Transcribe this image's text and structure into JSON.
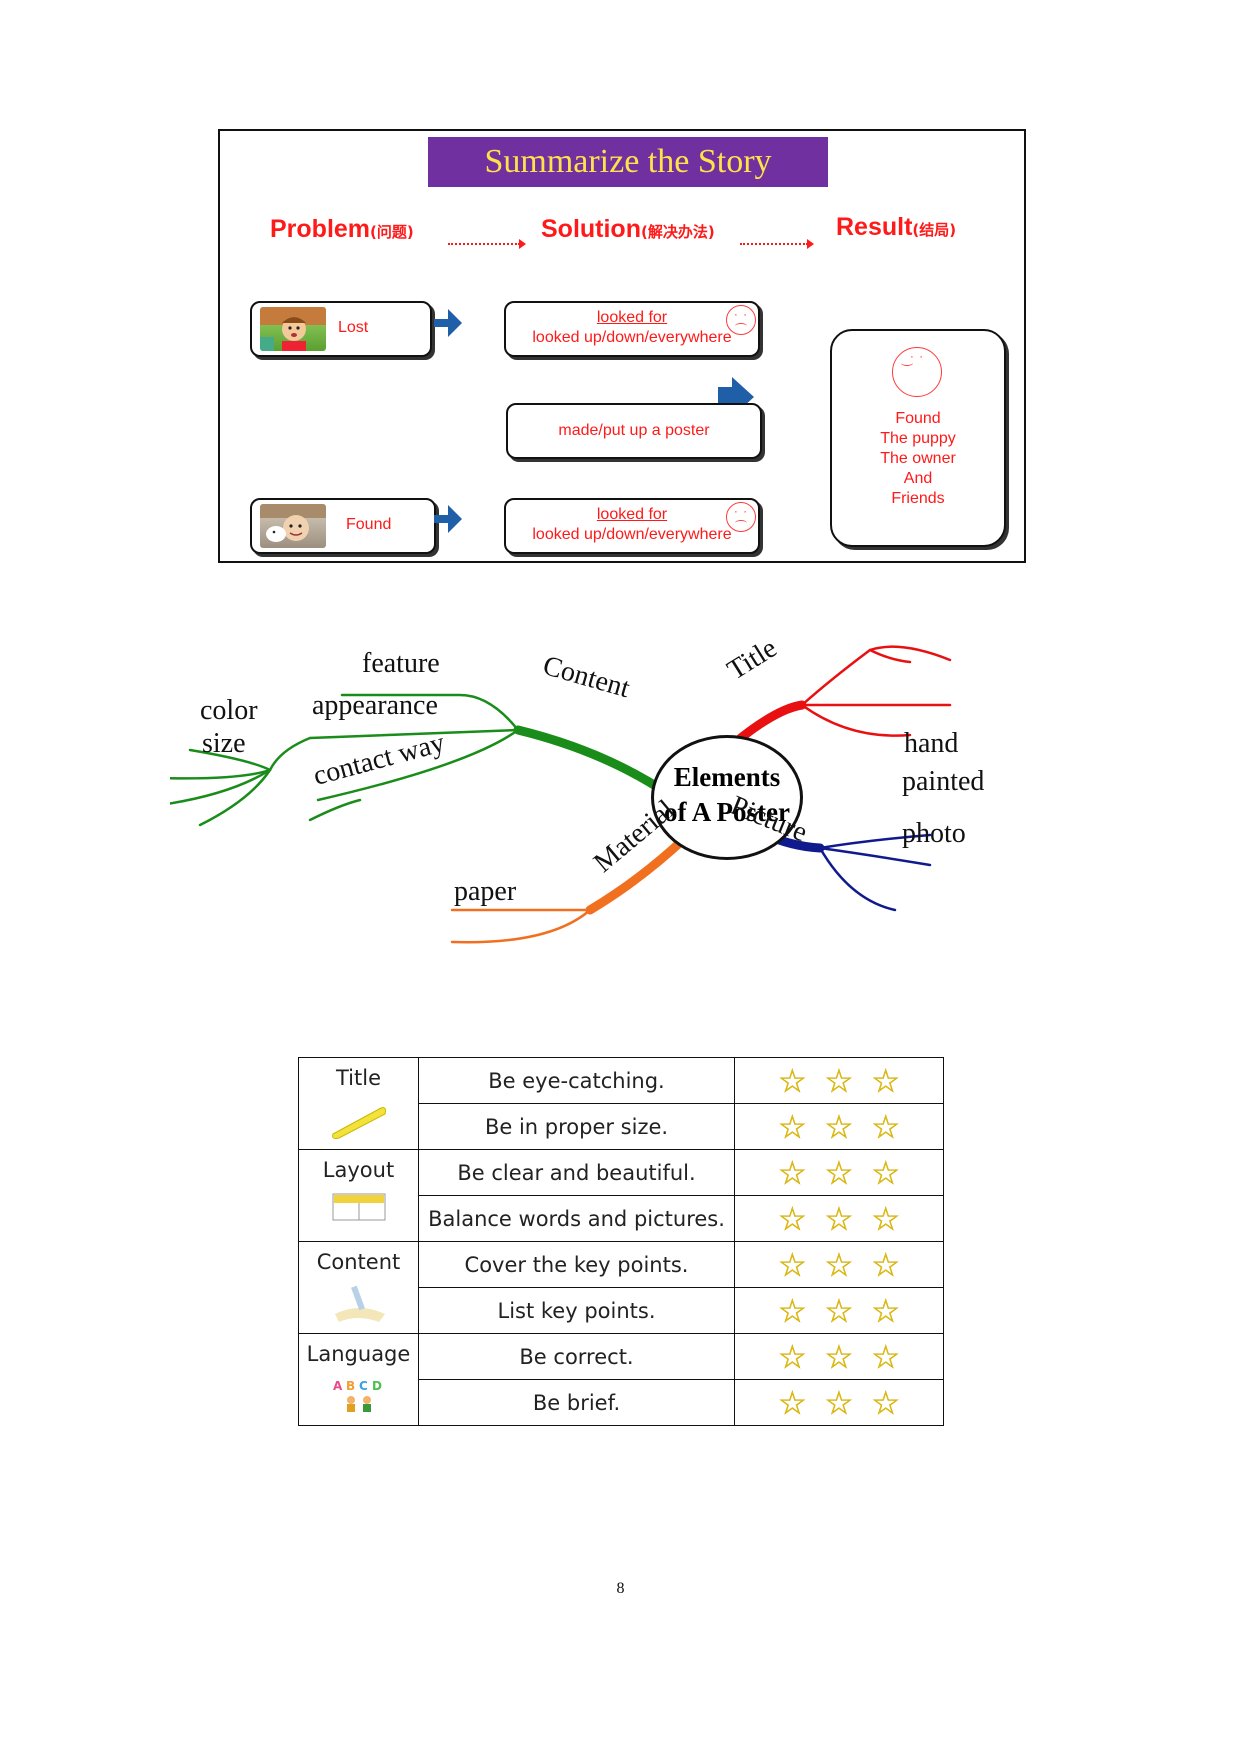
{
  "story": {
    "title": "Summarize the Story",
    "flow": {
      "problem": "Problem",
      "problem_cn": "(问题)",
      "solution": "Solution",
      "solution_cn": "(解决办法)",
      "result": "Result",
      "result_cn": "(结局)"
    },
    "boxes": {
      "lost": "Lost",
      "found": "Found",
      "looked_top_line1": "looked for",
      "looked_top_line2": "looked up/down/everywhere",
      "poster": "made/put up a poster",
      "looked_bottom_line1": "looked for",
      "looked_bottom_line2": "looked up/down/everywhere",
      "result_lines": [
        "Found",
        "The puppy",
        "The owner",
        "And",
        "Friends"
      ]
    }
  },
  "mindmap": {
    "center": [
      "Elements",
      "of A Poster"
    ],
    "branches": {
      "content": "Content",
      "title": "Title",
      "picture": "Picture",
      "material": "Material"
    },
    "leaves": {
      "feature": "feature",
      "appearance": "appearance",
      "contact": "contact way",
      "color": "color",
      "size": "size",
      "hand": "hand",
      "painted": "painted",
      "photo": "photo",
      "paper": "paper"
    },
    "colors": {
      "content": "#1a8c1a",
      "title": "#e81010",
      "picture": "#101a8c",
      "material": "#f07020"
    }
  },
  "rubric": {
    "rows": [
      {
        "category": "Title",
        "icon": "ruler-icon",
        "criteria": [
          "Be eye-catching.",
          "Be in proper size."
        ]
      },
      {
        "category": "Layout",
        "icon": "layout-icon",
        "criteria": [
          "Be clear and beautiful.",
          "Balance words and pictures."
        ]
      },
      {
        "category": "Content",
        "icon": "writing-icon",
        "criteria": [
          "Cover the key points.",
          "List key points."
        ]
      },
      {
        "category": "Language",
        "icon": "abcd-icon",
        "criteria": [
          "Be correct.",
          "Be brief."
        ]
      }
    ],
    "stars": "☆☆☆",
    "star_color": "#ffd400"
  },
  "page_number": "8"
}
